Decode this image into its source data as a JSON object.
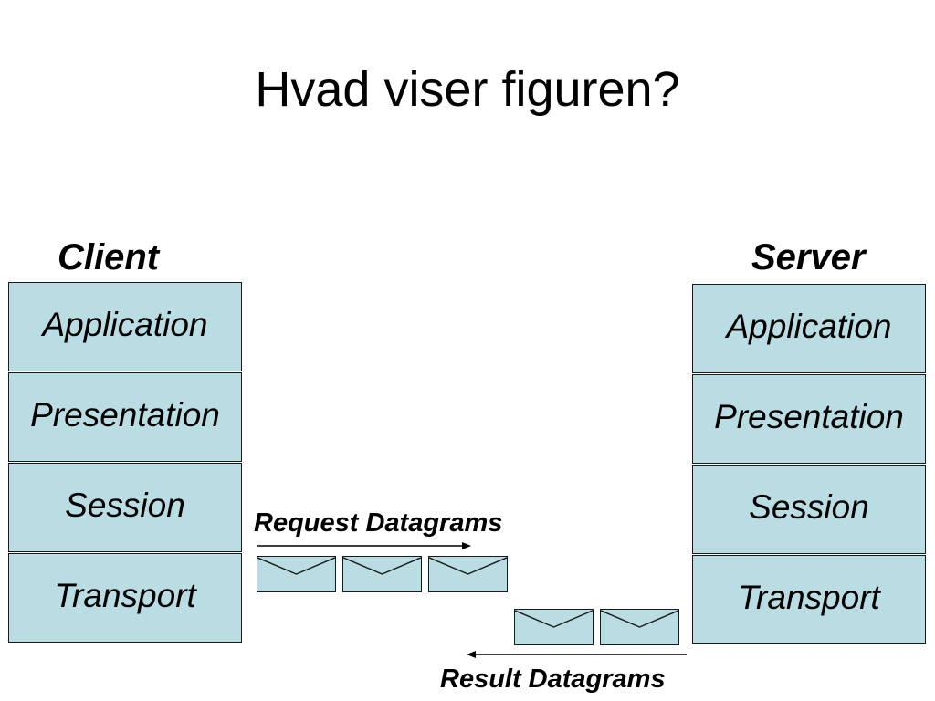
{
  "title": "Hvad viser figuren?",
  "client": {
    "heading": "Client",
    "layers": [
      "Application",
      "Presentation",
      "Session",
      "Transport"
    ]
  },
  "server": {
    "heading": "Server",
    "layers": [
      "Application",
      "Presentation",
      "Session",
      "Transport"
    ]
  },
  "request": {
    "label": "Request Datagrams",
    "envelope_count": 3,
    "direction": "client-to-server"
  },
  "result": {
    "label": "Result Datagrams",
    "envelope_count": 2,
    "direction": "server-to-client"
  },
  "colors": {
    "layer_fill": "#b9dde2",
    "outline": "#1a1a1a",
    "background": "#ffffff"
  }
}
